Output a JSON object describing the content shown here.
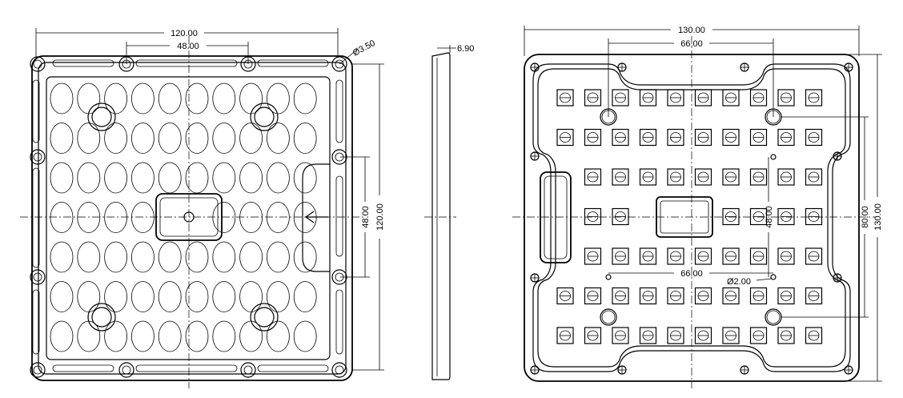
{
  "front_view": {
    "dims": {
      "overall_width": "120.00",
      "hole_spacing_x": "48.00",
      "corner_hole_dia": "Ø3.50",
      "hole_spacing_y": "48.00",
      "overall_height": "120.00"
    },
    "lens_grid": {
      "rows": 7,
      "cols": 10
    }
  },
  "side_view": {
    "dims": {
      "thickness": "6.90"
    }
  },
  "back_view": {
    "dims": {
      "overall_width": "130.00",
      "hole_spacing_top": "66.00",
      "hole_spacing_bottom": "66.00",
      "pin_dia": "Ø2.00",
      "pin_spacing_y": "48.00",
      "hole_spacing_y": "80.00",
      "overall_height": "130.00"
    },
    "led_grid": {
      "rows": 7,
      "cols": 10
    }
  },
  "colors": {
    "line": "#000000",
    "background": "#ffffff"
  }
}
